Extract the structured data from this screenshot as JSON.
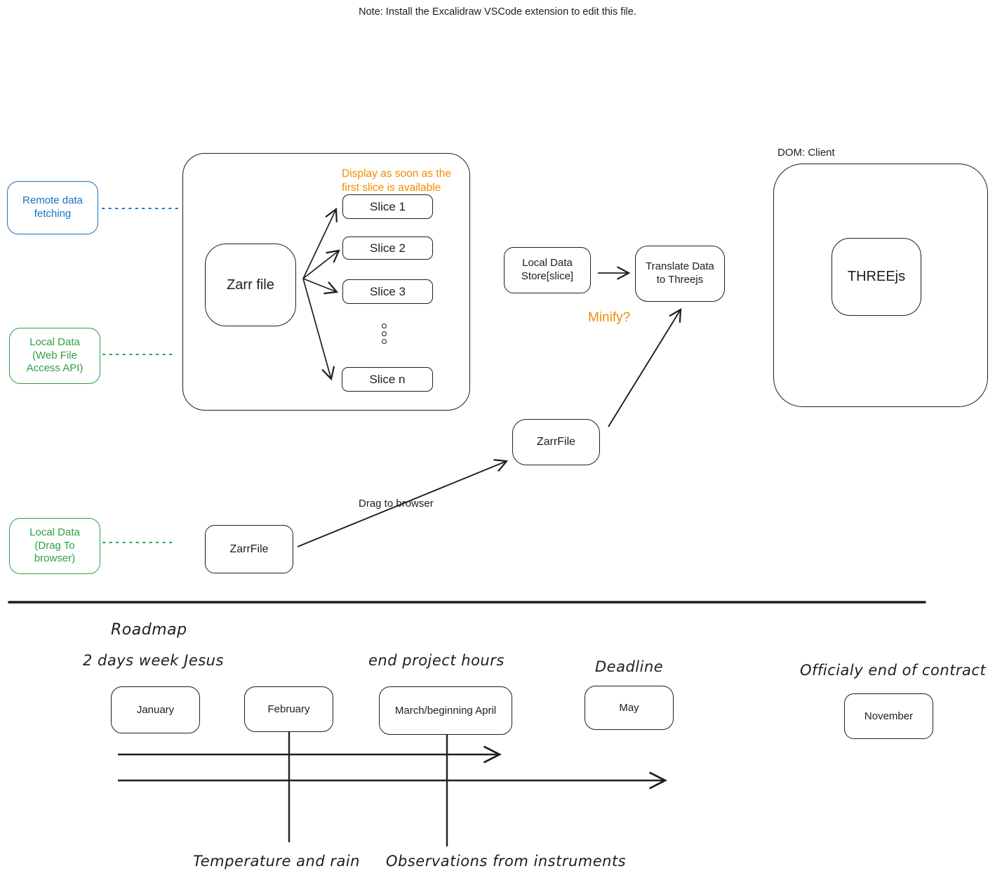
{
  "note": "Note: Install the Excalidraw VSCode extension to edit this file.",
  "colors": {
    "ink": "#1e1e1e",
    "blue": "#1971c2",
    "green": "#2f9e44",
    "orange": "#f08c00"
  },
  "pipeline": {
    "remote_label": "Remote data\nfetching",
    "web_file_label": "Local Data\n(Web File\nAccess API)",
    "drag_source_label": "Local Data\n(Drag To\nbrowser)",
    "zarr_file": "Zarr file",
    "display_hint": "Display as soon as the\nfirst slice is available",
    "slices": [
      "Slice 1",
      "Slice 2",
      "Slice 3",
      "Slice n"
    ],
    "local_store": "Local Data\nStore[slice]",
    "translate": "Translate Data\nto Threejs",
    "minify": "Minify?",
    "zarrfile_mid": "ZarrFile",
    "zarrfile_bottom": "ZarrFile",
    "drag_to_browser": "Drag to browser",
    "dom_client": "DOM: Client",
    "threejs": "THREEjs"
  },
  "roadmap": {
    "title": "Roadmap",
    "annotations": {
      "jesus": "2 days week Jesus",
      "end_project": "end project hours",
      "deadline": "Deadline",
      "contract": "Officialy end of contract",
      "temperature": "Temperature and rain",
      "observations": "Observations from instruments"
    },
    "milestones": [
      "January",
      "February",
      "March/beginning April",
      "May",
      "November"
    ]
  }
}
